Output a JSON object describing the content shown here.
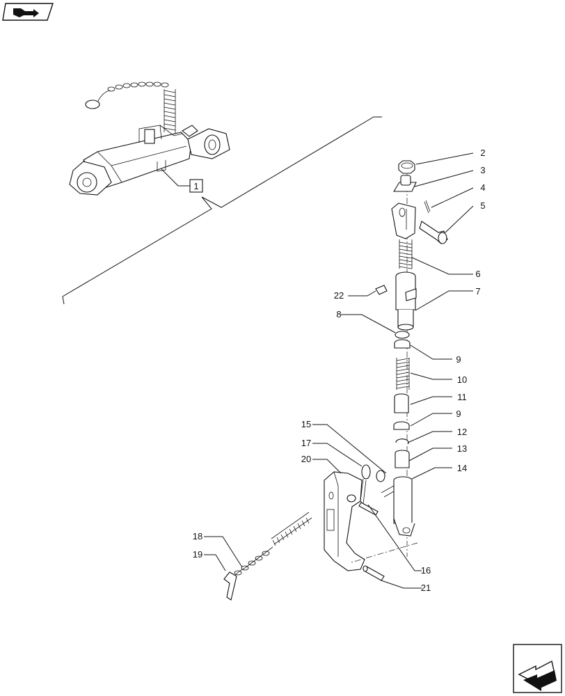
{
  "diagram": {
    "callouts": [
      {
        "id": "c2",
        "text": "2"
      },
      {
        "id": "c3",
        "text": "3"
      },
      {
        "id": "c4",
        "text": "4"
      },
      {
        "id": "c5",
        "text": "5"
      },
      {
        "id": "c6",
        "text": "6"
      },
      {
        "id": "c7",
        "text": "7"
      },
      {
        "id": "c22",
        "text": "22"
      },
      {
        "id": "c8",
        "text": "8"
      },
      {
        "id": "c9a",
        "text": "9"
      },
      {
        "id": "c10",
        "text": "10"
      },
      {
        "id": "c11",
        "text": "11"
      },
      {
        "id": "c9b",
        "text": "9"
      },
      {
        "id": "c15",
        "text": "15"
      },
      {
        "id": "c12",
        "text": "12"
      },
      {
        "id": "c17",
        "text": "17"
      },
      {
        "id": "c13",
        "text": "13"
      },
      {
        "id": "c20",
        "text": "20"
      },
      {
        "id": "c14",
        "text": "14"
      },
      {
        "id": "c18",
        "text": "18"
      },
      {
        "id": "c19",
        "text": "19"
      },
      {
        "id": "c16",
        "text": "16"
      },
      {
        "id": "c21",
        "text": "21"
      }
    ],
    "assembly_ref": "1"
  },
  "icons": {
    "top_left": "book-arrow-icon",
    "bottom_right": "next-page-arrow-icon"
  }
}
